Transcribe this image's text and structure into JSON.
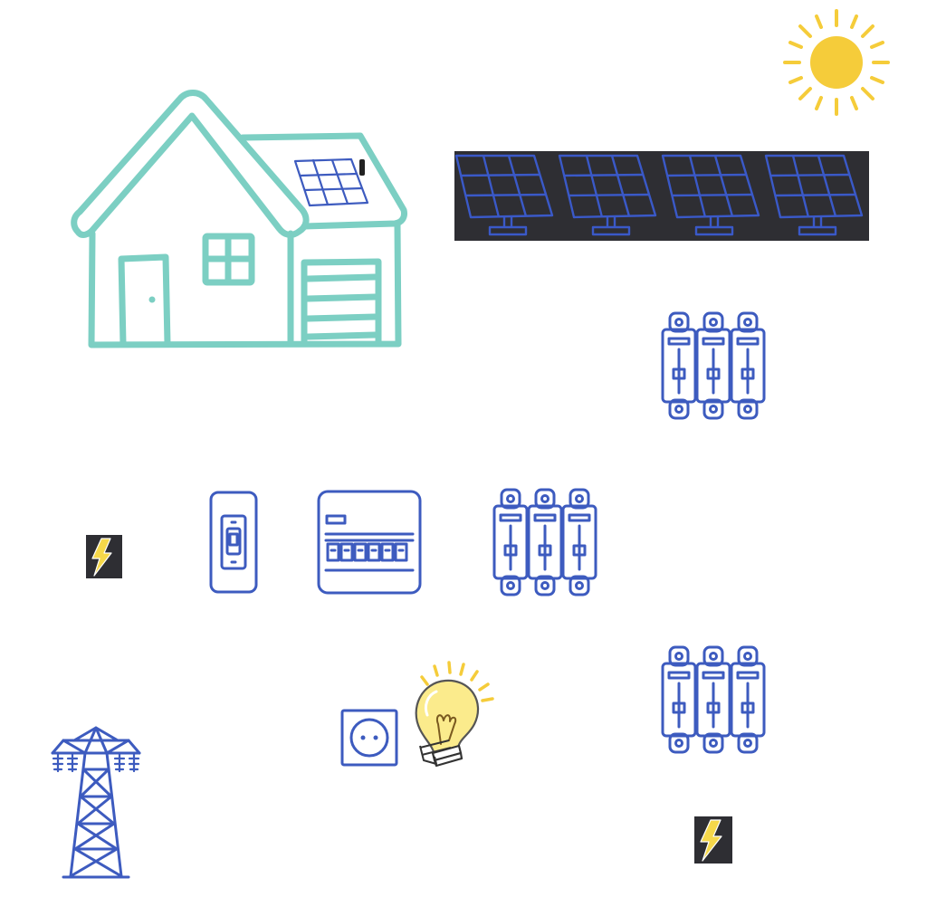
{
  "diagram": {
    "background_color": "#ffffff",
    "colors": {
      "house_outline": "#7ccfc3",
      "component_outline": "#3d5bbf",
      "solar_panel_outline": "#3a59c8",
      "solar_panel_background": "#2e2e33",
      "sun": "#f5cc3a",
      "lightning_bolt": "#f6d84a",
      "lightning_background": "#2e2e33",
      "bulb_glass": "#fbeb8c"
    },
    "icons": [
      "house-icon",
      "sun-icon",
      "solar-panel-array",
      "circuit-breaker-icon",
      "light-switch-icon",
      "distribution-board-icon",
      "lightning-bolt-icon",
      "power-socket-icon",
      "light-bulb-icon",
      "transmission-tower-icon"
    ],
    "solar_panel_count": 4,
    "circuit_breaker_count": 3,
    "lightning_bolt_count": 2
  }
}
